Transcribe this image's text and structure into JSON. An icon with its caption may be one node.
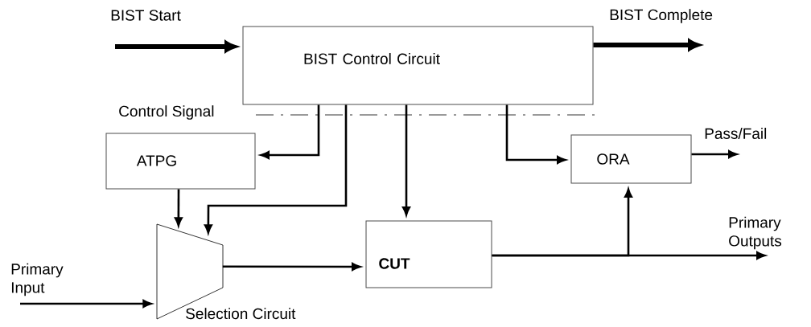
{
  "diagram": {
    "nodes": [
      {
        "text": [
          "BIST Control Circuit"
        ]
      },
      {
        "text": [
          "ATPG"
        ]
      },
      {
        "text": [],
        "shape": "trapezoid",
        "beside": [
          "Selection Circuit"
        ]
      },
      {
        "text": [
          "CUT"
        ]
      },
      {
        "text": [
          "ORA"
        ]
      }
    ],
    "edges": [
      {
        "from": null,
        "to": 0,
        "arrow": "to",
        "label": "BIST Start",
        "style": "thick"
      },
      {
        "from": 0,
        "to": null,
        "arrow": "to",
        "label": "BIST Complete",
        "style": "thick"
      },
      {
        "from": 0,
        "to": 1,
        "arrow": "to"
      },
      {
        "from": 0,
        "to": 2,
        "arrow": "to"
      },
      {
        "from": 0,
        "to": 3,
        "arrow": "to"
      },
      {
        "from": 0,
        "to": 4,
        "arrow": "to"
      },
      {
        "from": 1,
        "to": 2,
        "arrow": "to"
      },
      {
        "from": null,
        "to": 2,
        "arrow": "to",
        "label": "Primary Input"
      },
      {
        "from": 2,
        "to": 3,
        "arrow": "to"
      },
      {
        "from": 3,
        "to": 4,
        "arrow": "to"
      },
      {
        "from": 3,
        "to": null,
        "arrow": "to",
        "label": "Primary Outputs"
      },
      {
        "from": 4,
        "to": null,
        "arrow": "to",
        "label": "Pass/Fail"
      }
    ],
    "labels": [
      "Control Signal"
    ]
  }
}
